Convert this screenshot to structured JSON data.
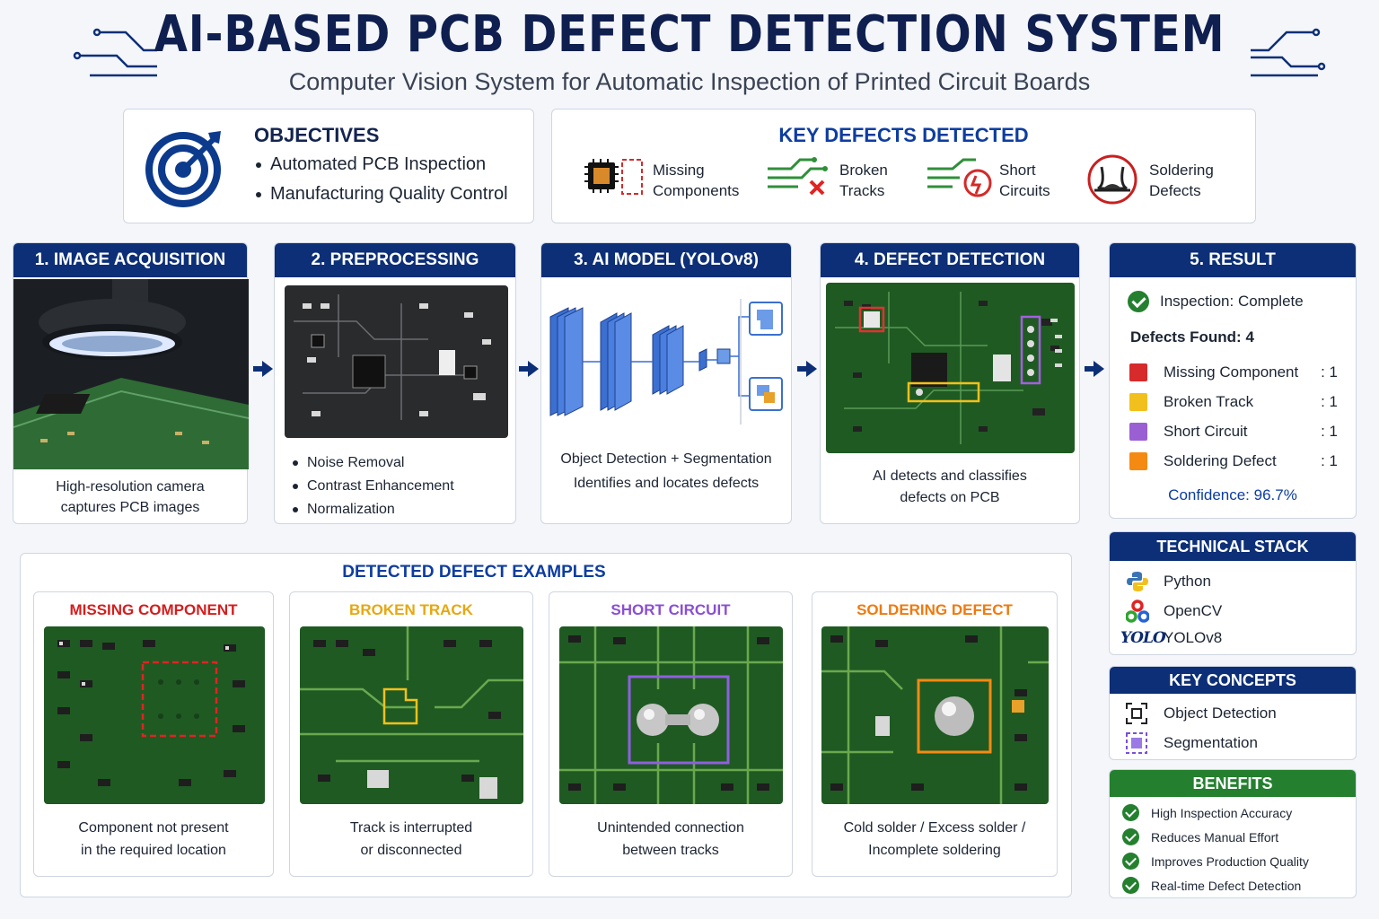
{
  "header": {
    "title": "AI-BASED PCB DEFECT DETECTION SYSTEM",
    "subtitle": "Computer Vision System for Automatic Inspection of Printed Circuit Boards"
  },
  "objectives": {
    "heading": "OBJECTIVES",
    "items": [
      "Automated PCB Inspection",
      "Manufacturing Quality Control"
    ]
  },
  "key_defects": {
    "heading": "KEY DEFECTS DETECTED",
    "items": [
      {
        "line1": "Missing",
        "line2": "Components",
        "icon": "chip-icon"
      },
      {
        "line1": "Broken",
        "line2": "Tracks",
        "icon": "broken-track-icon"
      },
      {
        "line1": "Short",
        "line2": "Circuits",
        "icon": "short-circuit-icon"
      },
      {
        "line1": "Soldering",
        "line2": "Defects",
        "icon": "solder-icon"
      }
    ]
  },
  "pipeline": {
    "step1": {
      "title": "1. IMAGE ACQUISITION",
      "caption_1": "High-resolution camera",
      "caption_2": "captures PCB images"
    },
    "step2": {
      "title": "2. PREPROCESSING",
      "bullets": [
        "Noise Removal",
        "Contrast Enhancement",
        "Normalization"
      ]
    },
    "step3": {
      "title": "3. AI MODEL  (YOLOv8)",
      "caption_1": "Object Detection + Segmentation",
      "caption_2": "Identifies and locates defects"
    },
    "step4": {
      "title": "4. DEFECT DETECTION",
      "caption_1": "AI detects and classifies",
      "caption_2": "defects on PCB"
    }
  },
  "result": {
    "title": "5. RESULT",
    "status": "Inspection:  Complete",
    "defects_found": "Defects Found: 4",
    "rows": [
      {
        "label": "Missing Component",
        "count": ": 1",
        "color": "#d72a2a"
      },
      {
        "label": "Broken Track",
        "count": ": 1",
        "color": "#f2c01c"
      },
      {
        "label": "Short Circuit",
        "count": ": 1",
        "color": "#9b5fd4"
      },
      {
        "label": "Soldering Defect",
        "count": ": 1",
        "color": "#f58a12"
      }
    ],
    "confidence": "Confidence: 96.7%"
  },
  "tech_stack": {
    "title": "TECHNICAL STACK",
    "items": [
      {
        "label": "Python",
        "icon": "python-icon"
      },
      {
        "label": "OpenCV",
        "icon": "opencv-icon"
      },
      {
        "label": "YOLOv8",
        "icon": "yolo-icon",
        "logo_text": "YOLO"
      }
    ]
  },
  "key_concepts": {
    "title": "KEY CONCEPTS",
    "items": [
      {
        "label": "Object Detection",
        "icon": "bounding-box-icon"
      },
      {
        "label": "Segmentation",
        "icon": "segmentation-icon"
      }
    ]
  },
  "benefits": {
    "title": "BENEFITS",
    "items": [
      "High Inspection Accuracy",
      "Reduces Manual Effort",
      "Improves Production Quality",
      "Real-time Defect Detection"
    ]
  },
  "examples": {
    "heading": "DETECTED DEFECT EXAMPLES",
    "items": [
      {
        "title": "MISSING COMPONENT",
        "color": "#d41e1e",
        "caption_1": "Component not present",
        "caption_2": "in the required location"
      },
      {
        "title": "BROKEN TRACK",
        "color": "#e5a812",
        "caption_1": "Track is interrupted",
        "caption_2": "or disconnected"
      },
      {
        "title": "SHORT CIRCUIT",
        "color": "#8a4fd1",
        "caption_1": "Unintended connection",
        "caption_2": "between tracks"
      },
      {
        "title": "SOLDERING DEFECT",
        "color": "#ef7a0e",
        "caption_1": "Cold solder / Excess solder /",
        "caption_2": "Incomplete soldering"
      }
    ]
  },
  "colors": {
    "navy": "#0c2f77",
    "green": "#24802f",
    "pcb_green": "#1f5a22"
  }
}
